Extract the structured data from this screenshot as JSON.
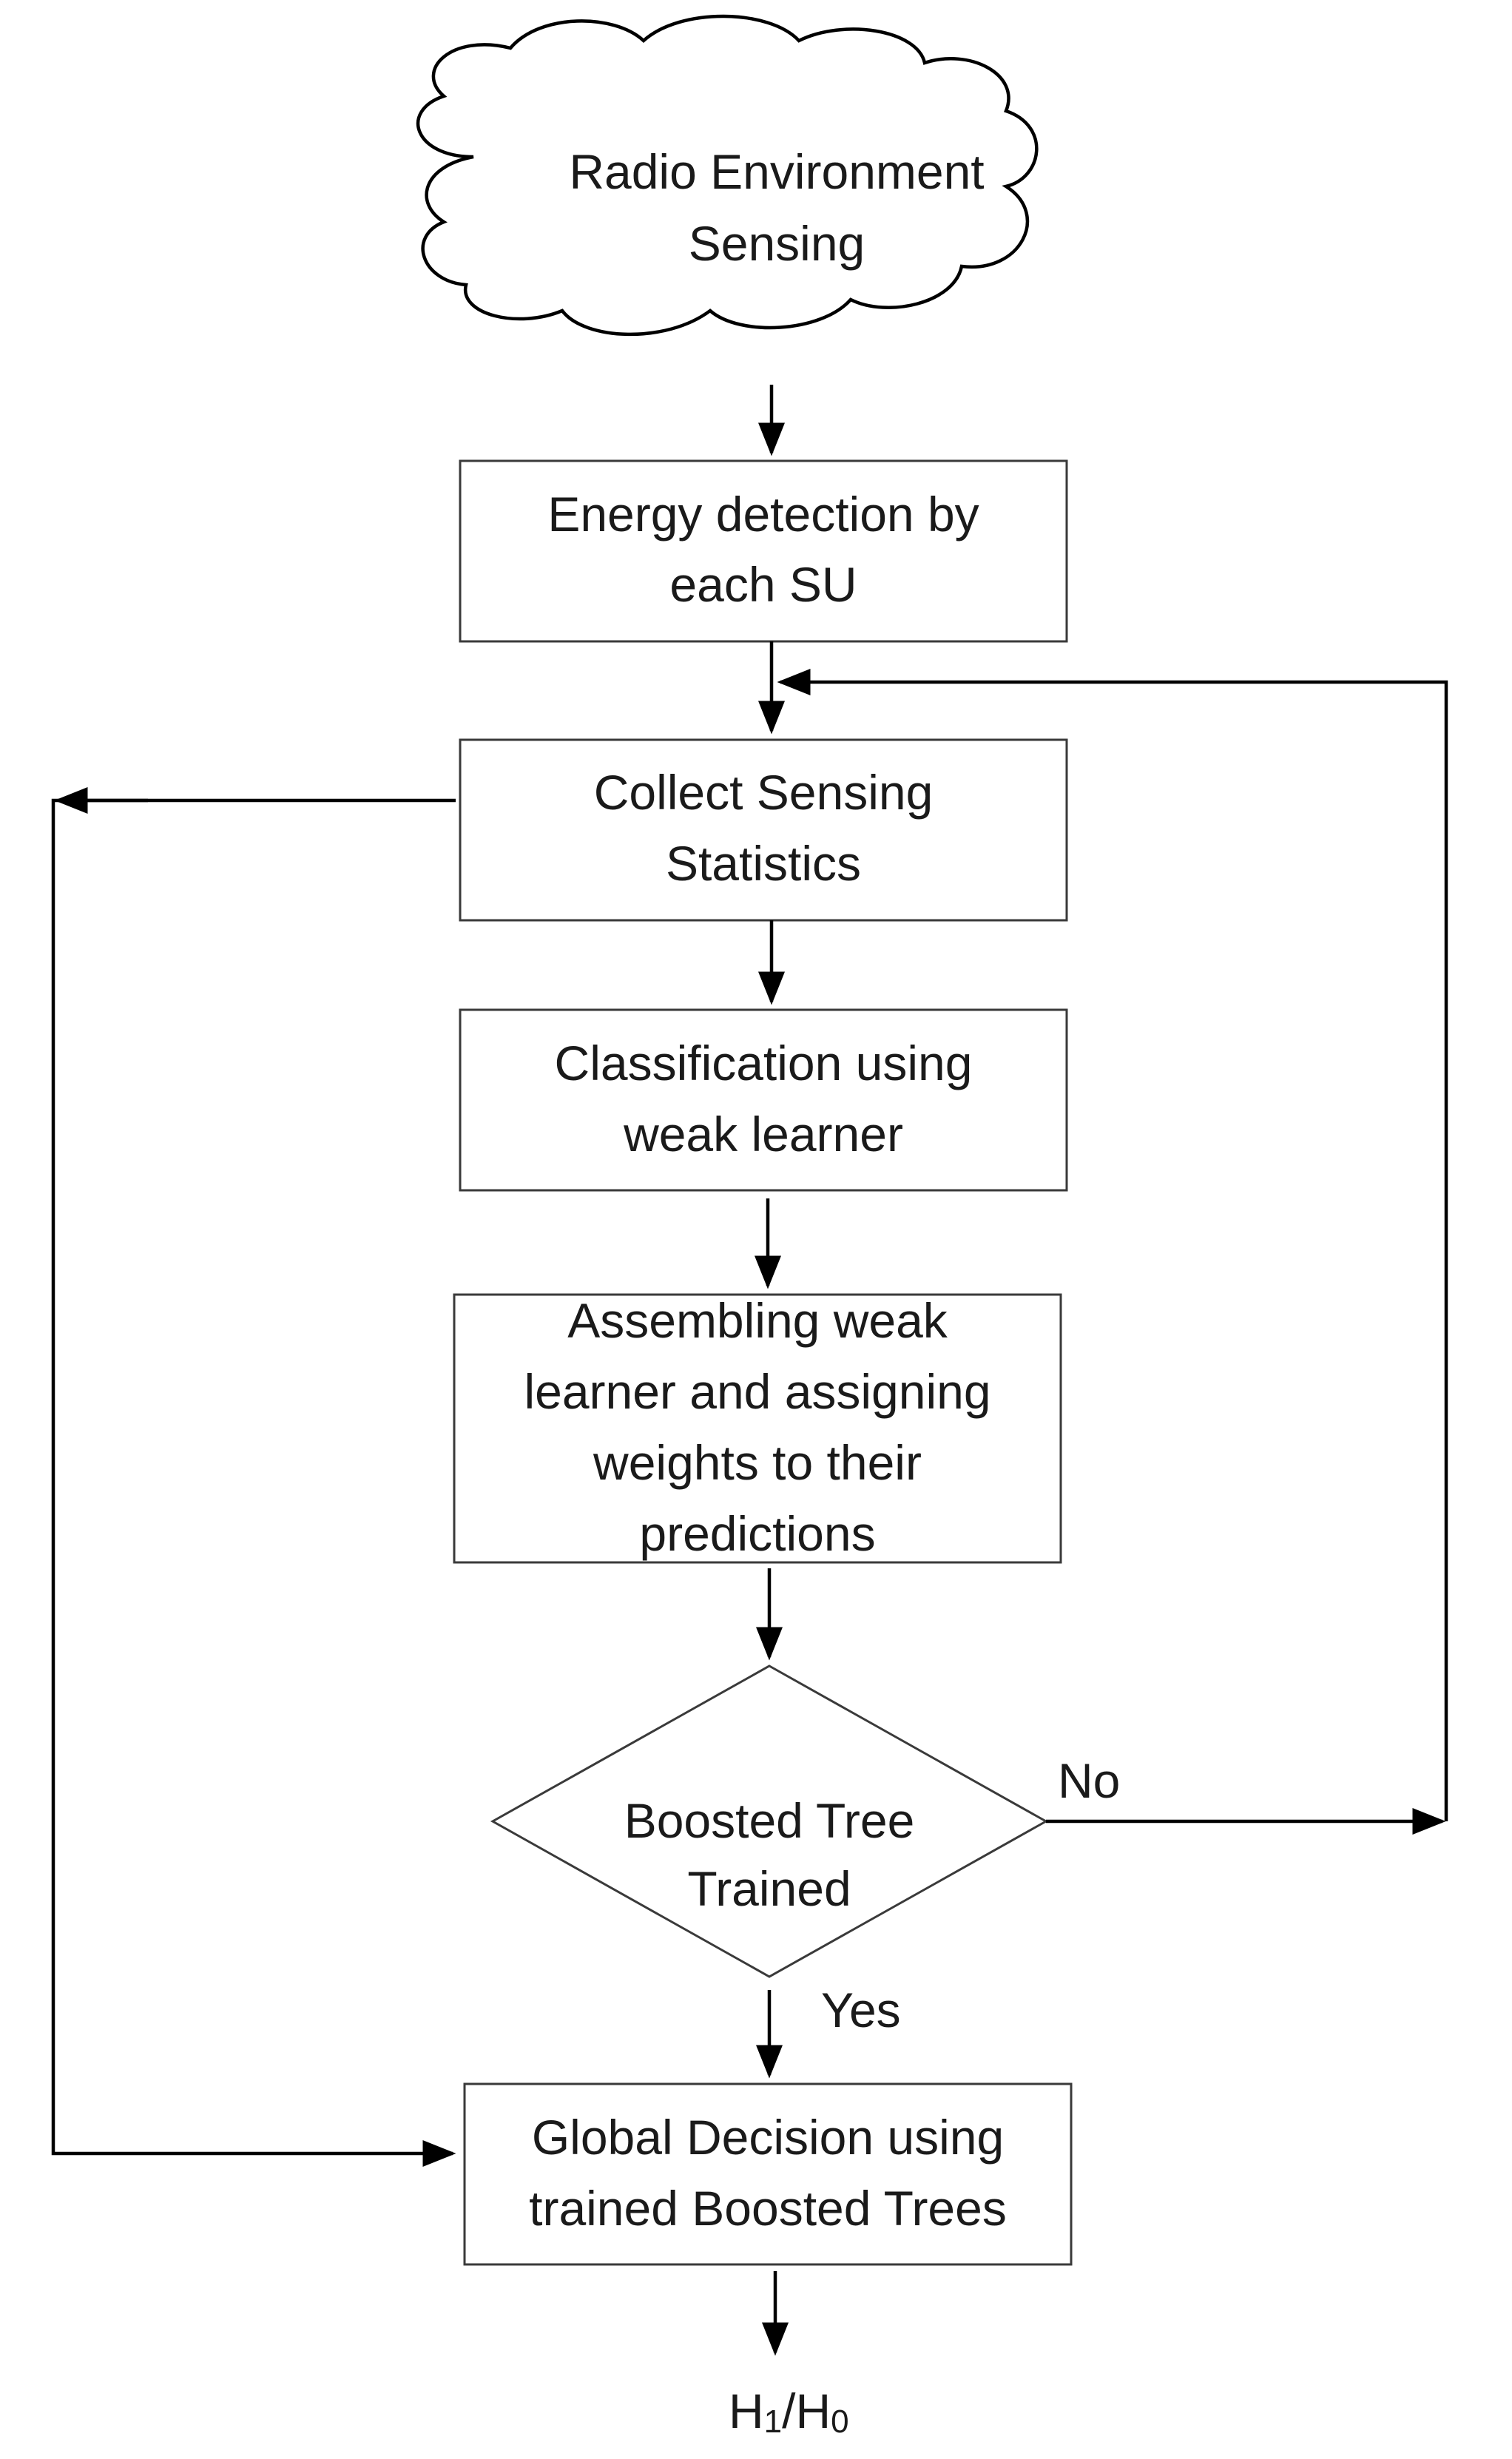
{
  "nodes": {
    "cloud": {
      "lines": [
        "Radio Environment",
        "Sensing"
      ]
    },
    "energy_detection": {
      "lines": [
        "Energy detection by",
        "each SU"
      ]
    },
    "collect": {
      "lines": [
        "Collect Sensing",
        "Statistics"
      ]
    },
    "classification": {
      "lines": [
        "Classification using",
        "weak learner"
      ]
    },
    "assembling": {
      "lines": [
        "Assembling weak",
        "learner and assigning",
        "weights to their",
        "predictions"
      ]
    },
    "decision": {
      "lines": [
        "Boosted Tree",
        "Trained"
      ]
    },
    "global": {
      "lines": [
        "Global Decision using",
        "trained Boosted Trees"
      ]
    }
  },
  "edges": {
    "no_label": "No",
    "yes_label": "Yes"
  },
  "output": {
    "h1_main": "H",
    "h1_sub": "1",
    "sep": "/",
    "h0_main": "H",
    "h0_sub": "0"
  }
}
